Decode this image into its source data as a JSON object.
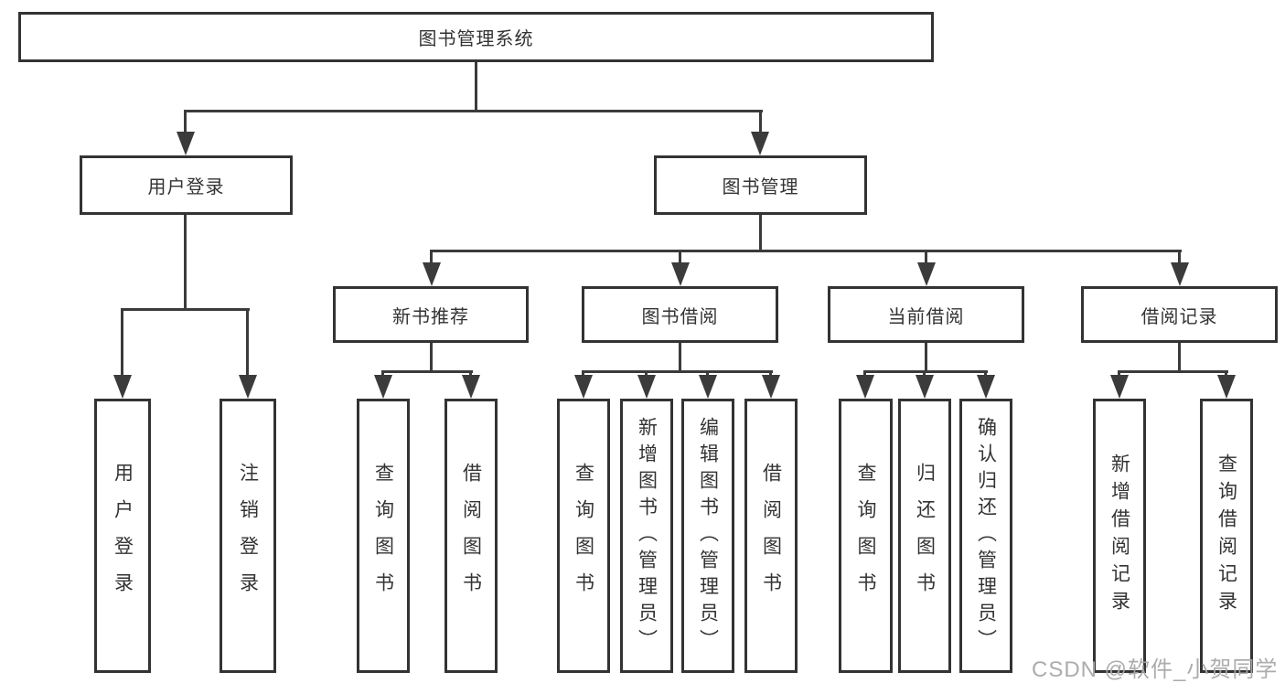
{
  "diagram": {
    "root": {
      "label": "图书管理系统"
    },
    "level2": [
      {
        "label": "用户登录"
      },
      {
        "label": "图书管理"
      }
    ],
    "level3": [
      {
        "label": "新书推荐"
      },
      {
        "label": "图书借阅"
      },
      {
        "label": "当前借阅"
      },
      {
        "label": "借阅记录"
      }
    ],
    "children": {
      "user_login": [
        "用户登录",
        "注销登录"
      ],
      "new_book": [
        "查询图书",
        "借阅图书"
      ],
      "book_borrow": [
        "查询图书",
        "新增图书（管理员）",
        "编辑图书（管理员）",
        "借阅图书"
      ],
      "current_borrow": [
        "查询图书",
        "归还图书",
        "确认归还（管理员）"
      ],
      "borrow_records": [
        "新增借阅记录",
        "查询借阅记录"
      ]
    }
  },
  "watermark": {
    "text": "CSDN @软件_小贺同学"
  },
  "colors": {
    "line": "#3b3b3b",
    "box_border": "#333333",
    "text": "#333333",
    "background": "#ffffff",
    "watermark": "#a8a8a8"
  }
}
